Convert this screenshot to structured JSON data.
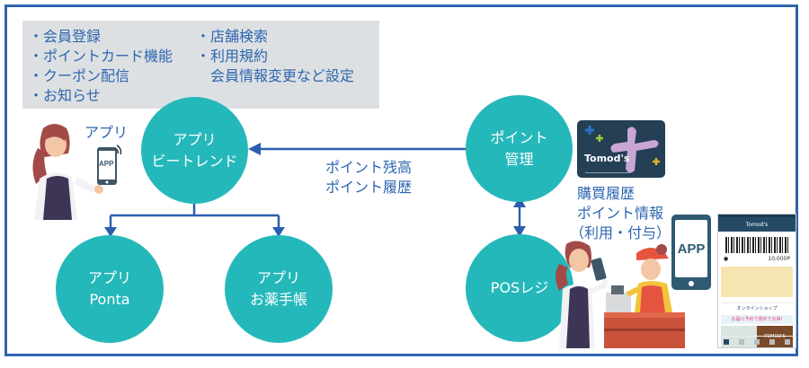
{
  "features": {
    "left": [
      "・会員登録",
      "・ポイントカード機能",
      "・クーポン配信",
      "・お知らせ"
    ],
    "right": [
      "・店舗検索",
      "・利用規約",
      "　会員情報変更など設定"
    ]
  },
  "user_label": "アプリ",
  "user_phone_label": "APP",
  "nodes": {
    "beetrend": {
      "line1": "アプリ",
      "line2": "ビートレンド"
    },
    "ponta": {
      "line1": "アプリ",
      "line2": "Ponta"
    },
    "okusuri": {
      "line1": "アプリ",
      "line2": "お薬手帳"
    },
    "point_mgmt": {
      "line1": "ポイント",
      "line2": "管理"
    },
    "pos": {
      "line1": "POSレジ"
    }
  },
  "arrow_label": {
    "line1": "ポイント残高",
    "line2": "ポイント履歴"
  },
  "card": {
    "brand": "Tomod's"
  },
  "info_label": {
    "line1": "購買履歴",
    "line2": "ポイント情報",
    "line3": "（利用・付与）"
  },
  "tablet_label": "APP",
  "phone_screen": {
    "header": "Tomod's",
    "points": "10,000P",
    "shop": "オンラインショップ",
    "promo": "お届け予約で便利でお得!",
    "store": "TOMOD'S"
  },
  "colors": {
    "frame": "#2f64b0",
    "circle": "#25b8bb",
    "text_blue": "#2d66b0",
    "arrow": "#2b5fae",
    "gray_box": "#dde0e2"
  }
}
